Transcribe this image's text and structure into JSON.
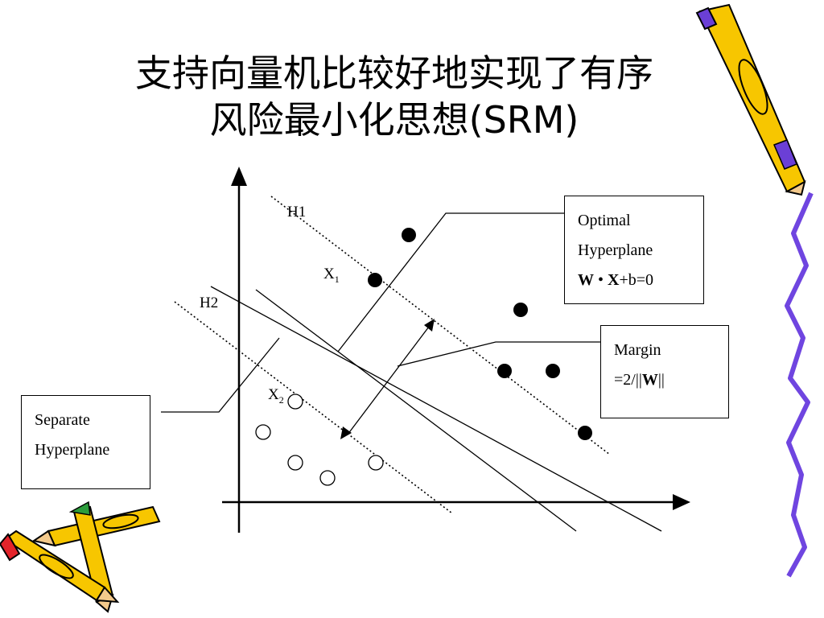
{
  "slide": {
    "title_line1": "支持向量机比较好地实现了有序",
    "title_line2": "风险最小化思想(SRM)"
  },
  "diagram": {
    "labels": {
      "h1": "H1",
      "h2": "H2",
      "x1_main": "X",
      "x1_sub": "1",
      "x2_main": "X",
      "x2_sub": "2"
    },
    "optimal_box": {
      "line1": "Optimal",
      "line2": "Hyperplane",
      "eq_w": "W",
      "eq_dot": " • ",
      "eq_x": "X",
      "eq_rest": "+b=0"
    },
    "margin_box": {
      "line1": "Margin",
      "line2_prefix": "=2/||",
      "line2_w": "W",
      "line2_suffix": "||"
    },
    "separate_box": {
      "line1": "Separate",
      "line2": "Hyperplane"
    }
  },
  "colors": {
    "ink": "#000000",
    "pencil_body": "#f7c600",
    "pencil_outline": "#000000",
    "pencil_wood": "#f3c98b",
    "pencil_purple": "#6b3fd6",
    "pencil_red": "#e3242b",
    "pencil_green": "#2c9c3c",
    "squiggle": "#6f45e0"
  }
}
